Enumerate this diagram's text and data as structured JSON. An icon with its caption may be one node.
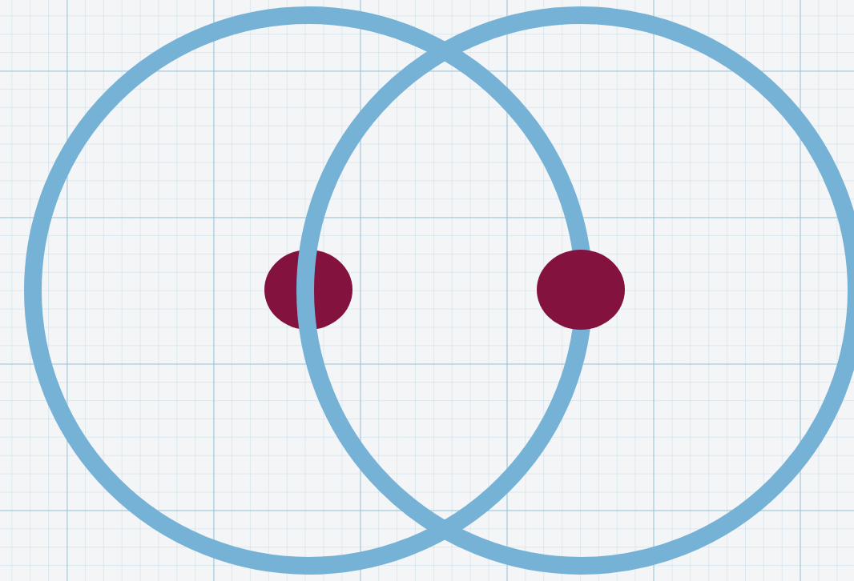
{
  "diagram": {
    "nodes": [
      {
        "text": [],
        "shape": "circle"
      },
      {
        "text": [],
        "shape": "circle"
      },
      {
        "text": [],
        "shape": "circle",
        "in": 0
      },
      {
        "text": [],
        "shape": "circle",
        "in": 1
      }
    ]
  }
}
